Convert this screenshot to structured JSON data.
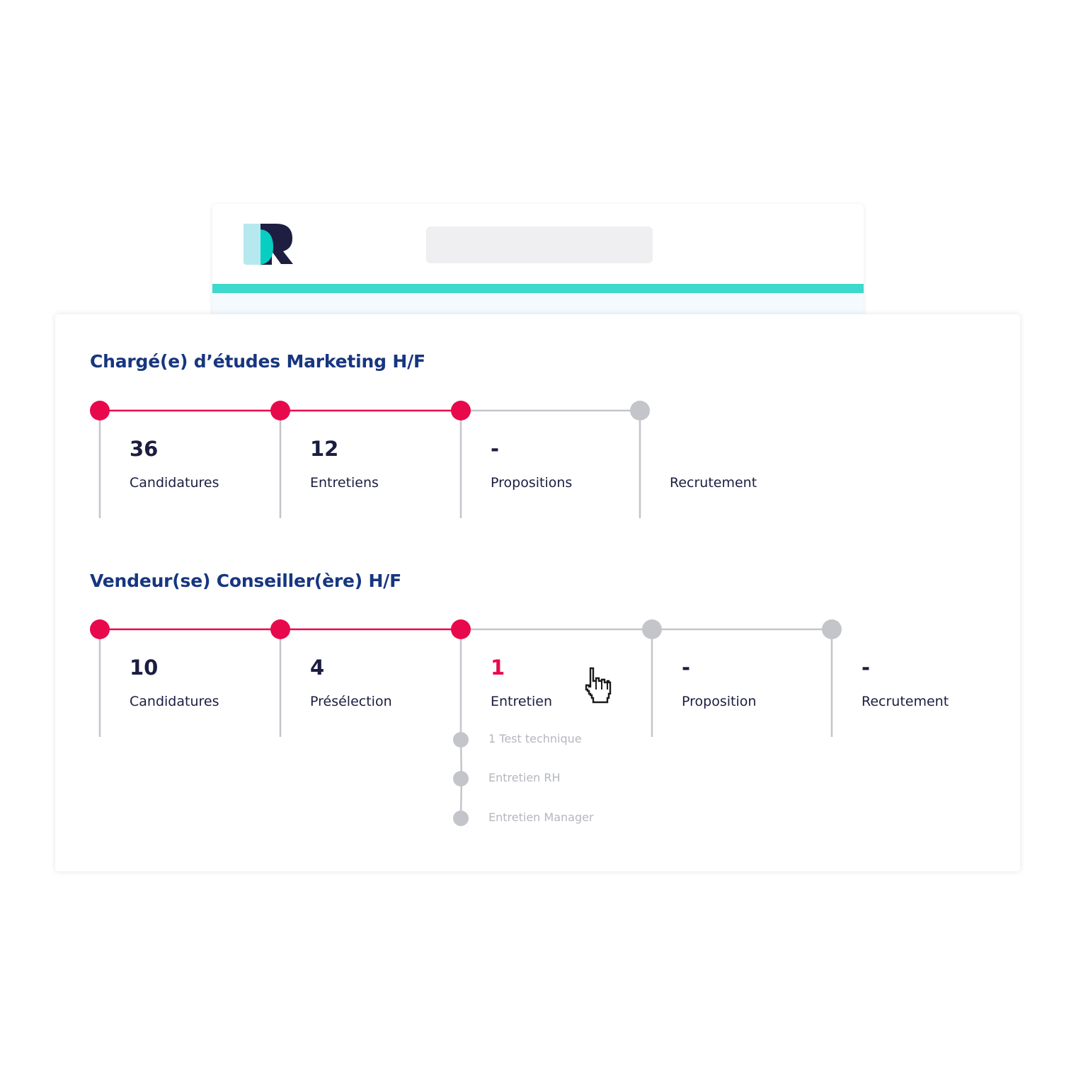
{
  "colors": {
    "accent_red": "#e8094c",
    "inactive_gray": "#c4c5ca",
    "title_blue": "#173680",
    "teal_bar": "#3dd9cc",
    "logo_dark": "#1d1e42",
    "logo_teal": "#08cdc1",
    "logo_light": "#b5e9ef"
  },
  "icons": {
    "logo": "dr-logo-icon",
    "cursor": "hand-pointer-icon"
  },
  "jobs": [
    {
      "title": "Chargé(e) d’études Marketing H/F",
      "stages": [
        {
          "count": "36",
          "label": "Candidatures",
          "active": true
        },
        {
          "count": "12",
          "label": "Entretiens",
          "active": true
        },
        {
          "count": "-",
          "label": "Propositions",
          "active": true
        },
        {
          "count": "",
          "label": "Recrutement",
          "active": false
        }
      ]
    },
    {
      "title": "Vendeur(se) Conseiller(ère) H/F",
      "stages": [
        {
          "count": "10",
          "label": "Candidatures",
          "active": true
        },
        {
          "count": "4",
          "label": "Présélection",
          "active": true
        },
        {
          "count": "1",
          "label": "Entretien",
          "active": true,
          "highlight": true
        },
        {
          "count": "-",
          "label": "Proposition",
          "active": false
        },
        {
          "count": "-",
          "label": "Recrutement",
          "active": false
        }
      ],
      "substeps": [
        "1 Test technique",
        "Entretien RH",
        "Entretien Manager"
      ]
    }
  ]
}
